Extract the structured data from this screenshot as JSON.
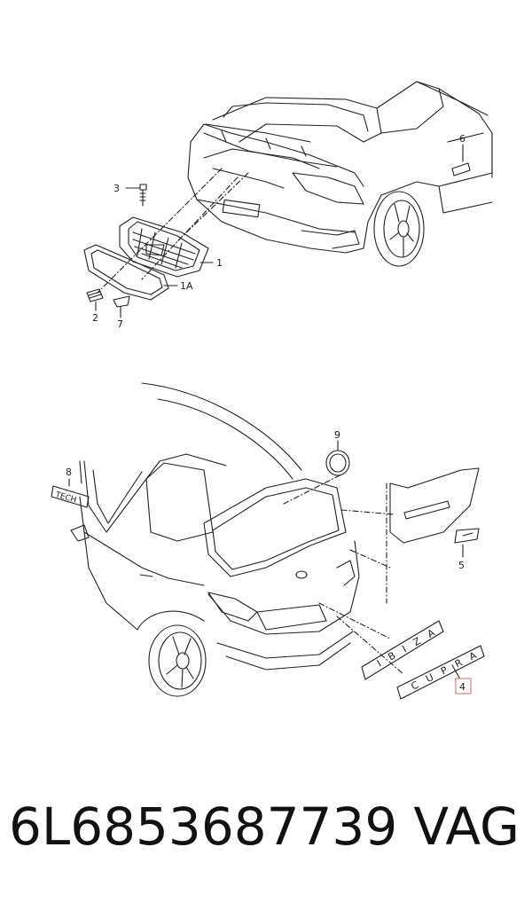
{
  "footer": {
    "part_number": "6L6853687739",
    "brand": "VAG"
  },
  "callouts": {
    "c1": "1",
    "c1a": "1A",
    "c2": "2",
    "c3": "3",
    "c4": "4",
    "c5": "5",
    "c6": "6",
    "c7": "7",
    "c8": "8",
    "c9": "9"
  },
  "badges": {
    "ibiza": "IBIZA",
    "cupra": "CUPRA",
    "tech": "TECH"
  },
  "colors": {
    "line": "#222222",
    "highlight": "#e08080"
  }
}
